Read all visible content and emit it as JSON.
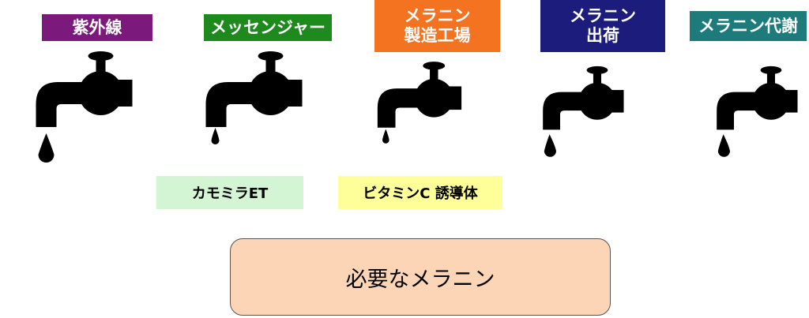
{
  "labels": {
    "uv": {
      "text": "紫外線",
      "color": "#7b1a7c"
    },
    "messenger": {
      "text": "メッセンジャー",
      "color": "#1e8a1e"
    },
    "production": {
      "text": "メラニン\n製造工場",
      "color": "#f47321"
    },
    "shipping": {
      "text": "メラニン\n出荷",
      "color": "#1c1c7c"
    },
    "metabolism": {
      "text": "メラニン代謝",
      "color": "#1d7b7b"
    }
  },
  "inhibitors": {
    "chamomile": {
      "text": "カモミラET",
      "color": "#d4f5d4"
    },
    "vitamin_c": {
      "text": "ビタミンC 誘導体",
      "color": "#ffff99"
    }
  },
  "result": {
    "text": "必要なメラニン",
    "color": "#fbd5b5"
  },
  "icons": {
    "faucet": "faucet-icon",
    "drop": "water-drop-icon"
  }
}
